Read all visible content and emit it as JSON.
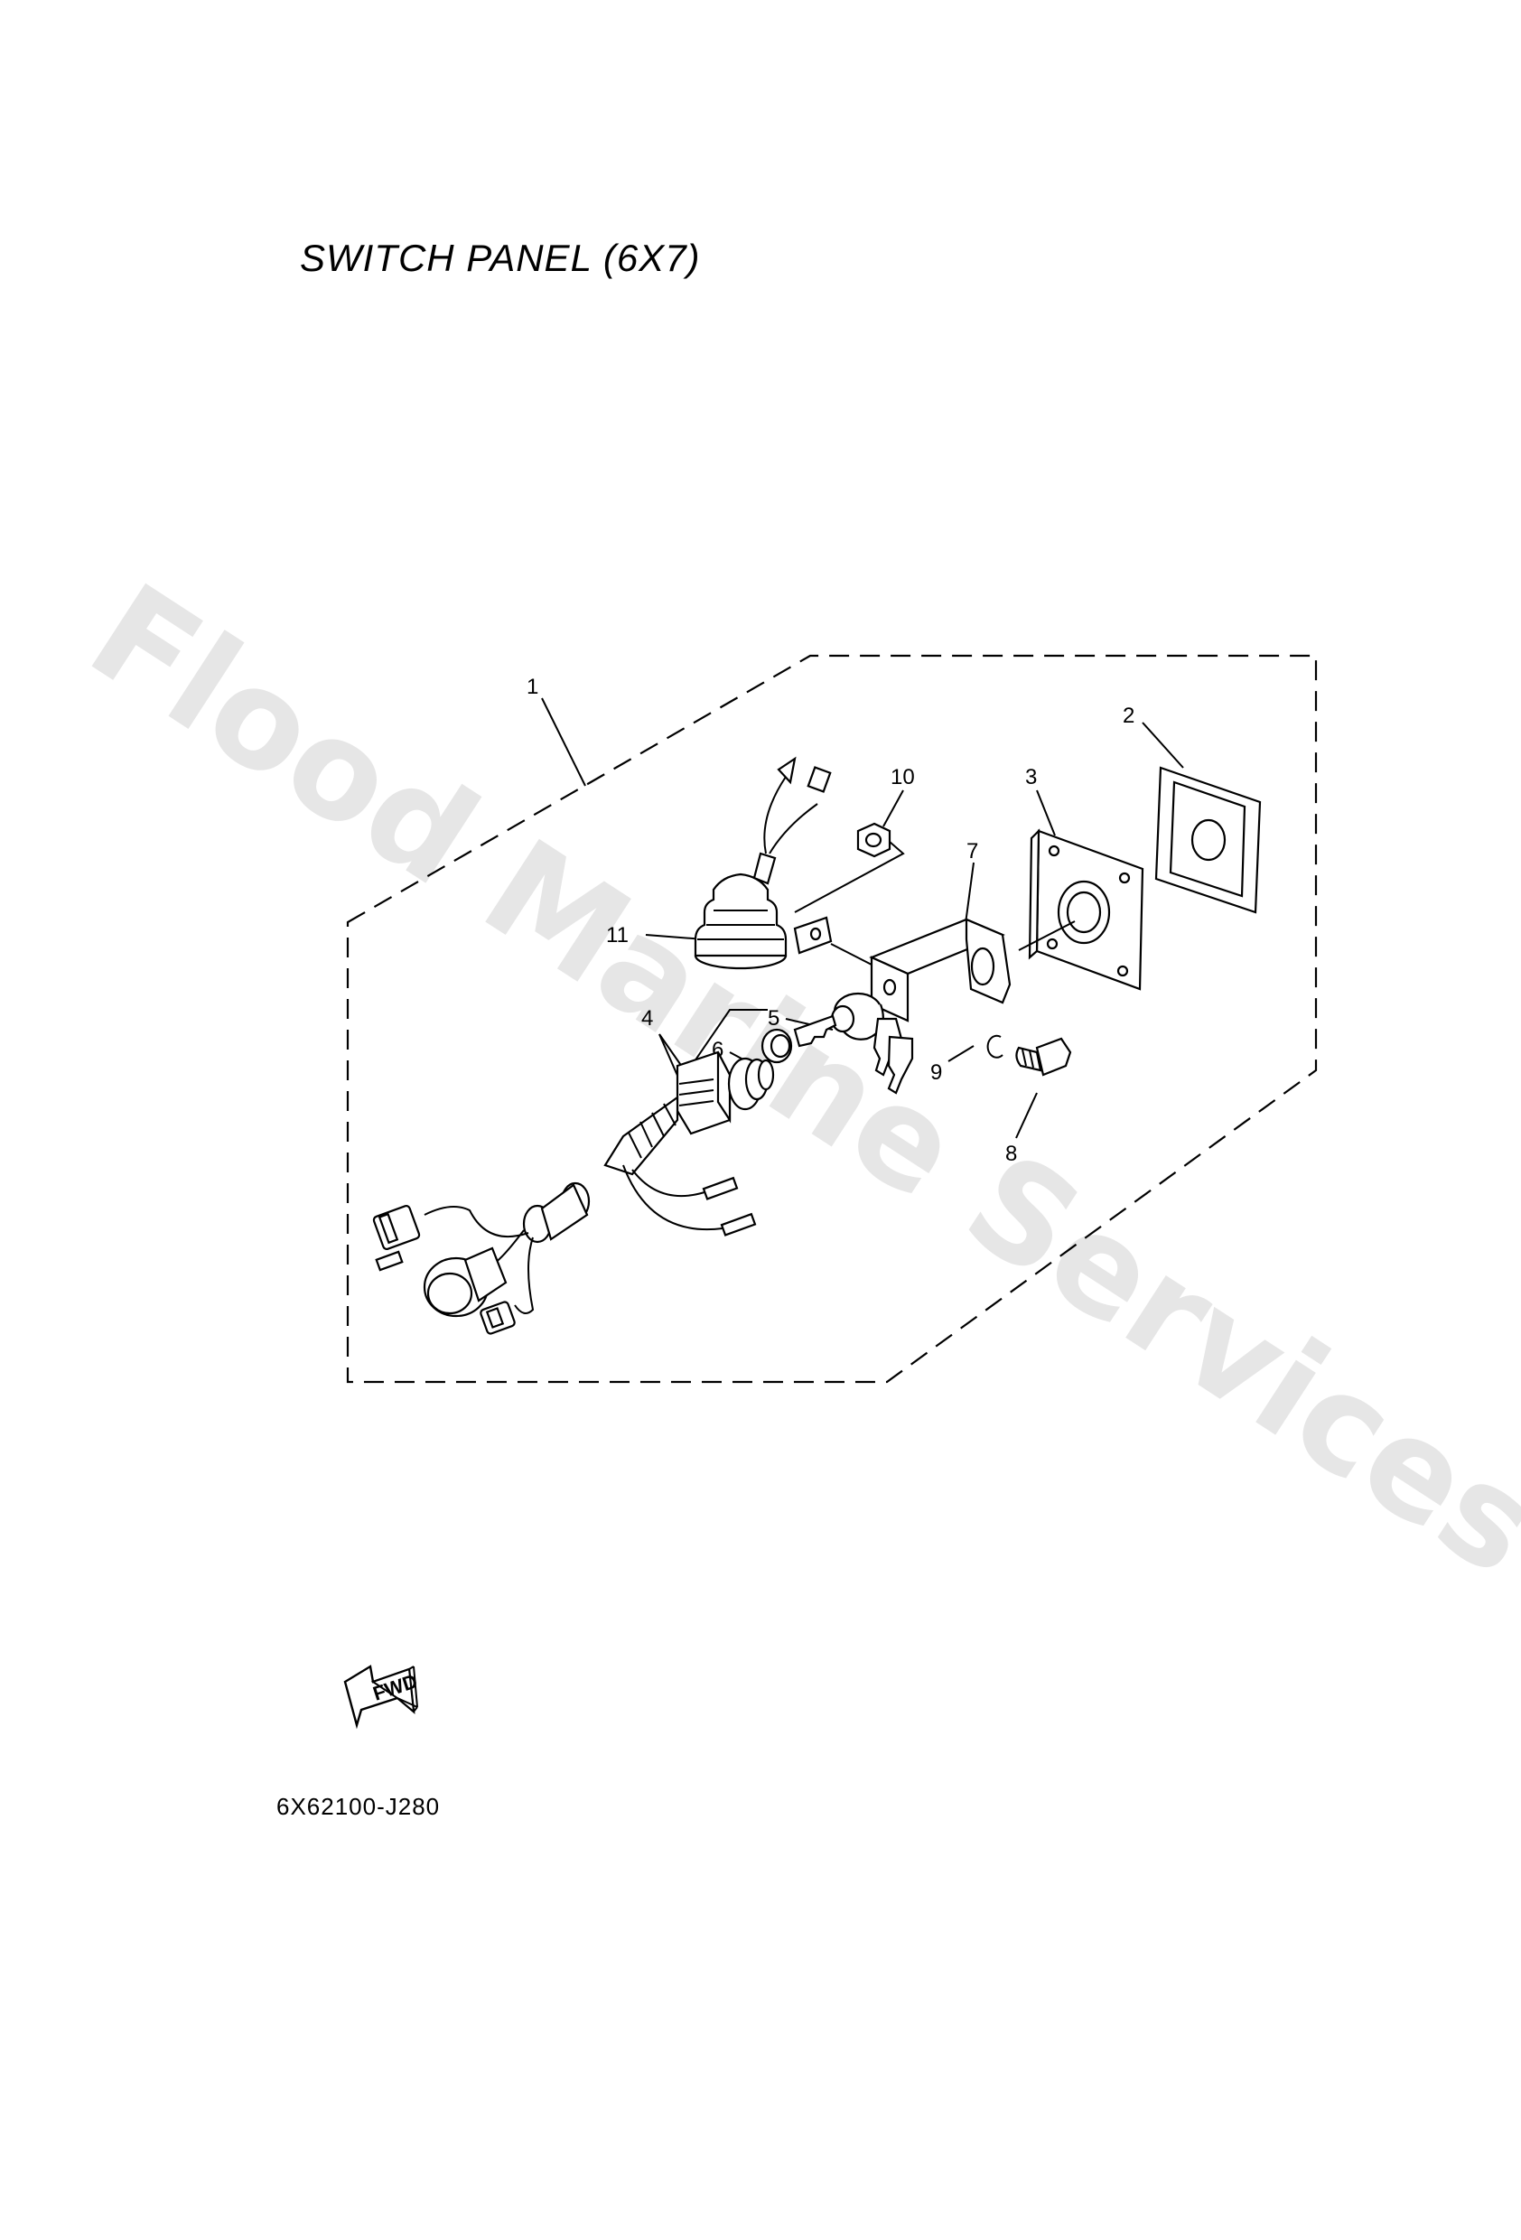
{
  "title": "SWITCH PANEL (6X7)",
  "diagram_code": "6X62100-J280",
  "watermark": "Flood Marine Services",
  "fwd_label": "FWD",
  "callouts": {
    "c1": "1",
    "c2": "2",
    "c3": "3",
    "c4": "4",
    "c5": "5",
    "c6": "6",
    "c7": "7",
    "c8": "8",
    "c9": "9",
    "c10": "10",
    "c11": "11"
  }
}
